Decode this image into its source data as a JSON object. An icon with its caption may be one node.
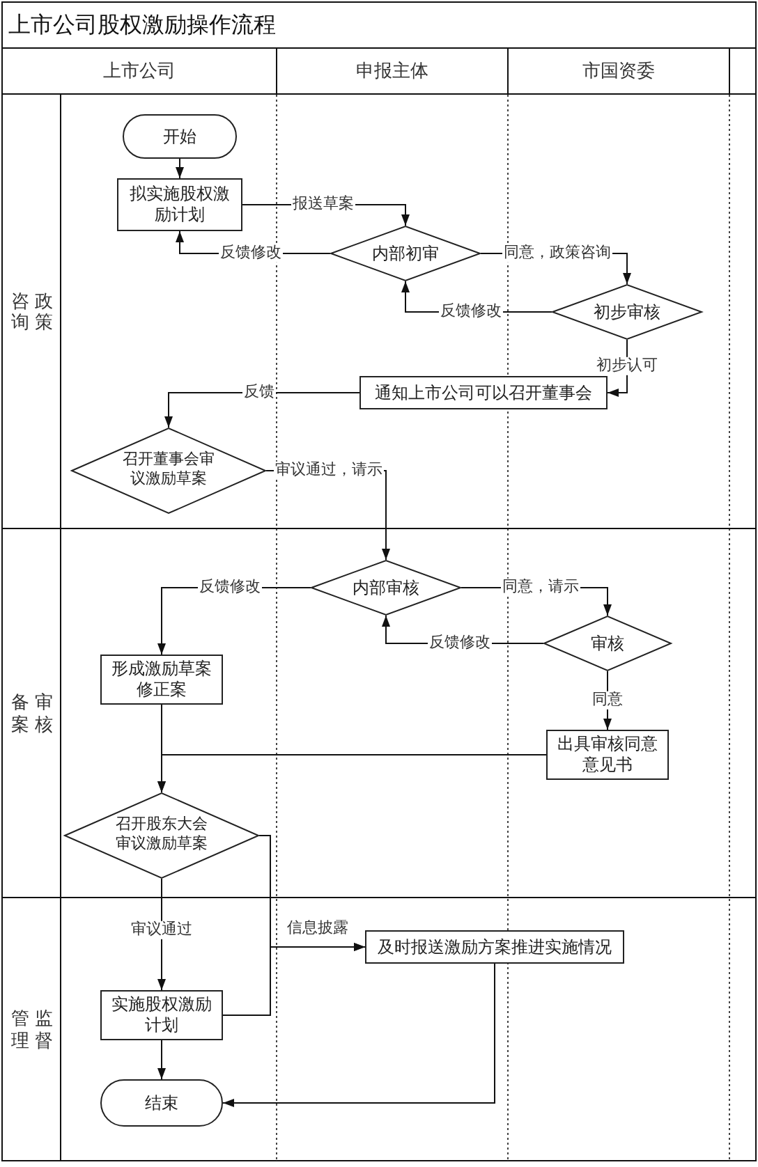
{
  "diagram": {
    "title": "上市公司股权激励操作流程",
    "nodes": [
      {
        "text": [
          "上市公司"
        ]
      },
      {
        "text": [
          "申报主体"
        ]
      },
      {
        "text": [
          "市国资委"
        ]
      },
      {
        "text": [
          "政策咨询"
        ]
      },
      {
        "text": [
          "开始"
        ],
        "in": 3
      },
      {
        "text": [
          "拟实施股权激励计划"
        ],
        "in": 3
      },
      {
        "text": [
          "内部初审"
        ],
        "in": 3
      },
      {
        "text": [
          "初步审核"
        ],
        "in": 3
      },
      {
        "text": [
          "通知上市公司可以召开董事会"
        ],
        "in": 3
      },
      {
        "text": [
          "召开董事会审议激励草案"
        ],
        "in": 3
      },
      {
        "text": [
          "审核备案"
        ]
      },
      {
        "text": [
          "内部审核"
        ],
        "in": 10
      },
      {
        "text": [
          "审核"
        ],
        "in": 10
      },
      {
        "text": [
          "形成激励草案修正案"
        ],
        "in": 10
      },
      {
        "text": [
          "出具审核同意意见书"
        ],
        "in": 10
      },
      {
        "text": [
          "召开股东大会审议激励草案"
        ],
        "in": 10
      },
      {
        "text": [
          "监督管理"
        ]
      },
      {
        "text": [
          "及时报送激励方案推进实施情况"
        ],
        "in": 16
      },
      {
        "text": [
          "实施股权激励计划"
        ],
        "in": 16
      },
      {
        "text": [
          "结束"
        ],
        "in": 16
      }
    ],
    "edges": [
      {
        "from": 4,
        "to": 5,
        "arrow": "to"
      },
      {
        "from": 5,
        "to": 6,
        "label": "报送草案",
        "arrow": "to"
      },
      {
        "from": 6,
        "to": 5,
        "label": "反馈修改",
        "arrow": "to"
      },
      {
        "from": 6,
        "to": 7,
        "label": "同意，政策咨询",
        "arrow": "to"
      },
      {
        "from": 7,
        "to": 6,
        "label": "反馈修改",
        "arrow": "to"
      },
      {
        "from": 7,
        "to": 8,
        "label": "初步认可",
        "arrow": "to"
      },
      {
        "from": 8,
        "to": 9,
        "label": "反馈",
        "arrow": "to"
      },
      {
        "from": 9,
        "to": 11,
        "label": "审议通过，请示",
        "arrow": "to"
      },
      {
        "from": 11,
        "to": 13,
        "label": "反馈修改",
        "arrow": "to"
      },
      {
        "from": 11,
        "to": 12,
        "label": "同意，请示",
        "arrow": "to"
      },
      {
        "from": 12,
        "to": 11,
        "label": "反馈修改",
        "arrow": "to"
      },
      {
        "from": 12,
        "to": 14,
        "label": "同意",
        "arrow": "to"
      },
      {
        "from": 13,
        "to": 15,
        "arrow": "to"
      },
      {
        "from": 14,
        "to": 15,
        "arrow": "to"
      },
      {
        "from": 15,
        "to": 18,
        "label": "审议通过",
        "arrow": "to"
      },
      {
        "from": 15,
        "to": 17,
        "label": "信息披露",
        "arrow": "to"
      },
      {
        "from": 18,
        "to": 17,
        "arrow": "to"
      },
      {
        "from": 17,
        "to": 19,
        "arrow": "to"
      },
      {
        "from": 18,
        "to": 19,
        "arrow": "to"
      }
    ]
  }
}
